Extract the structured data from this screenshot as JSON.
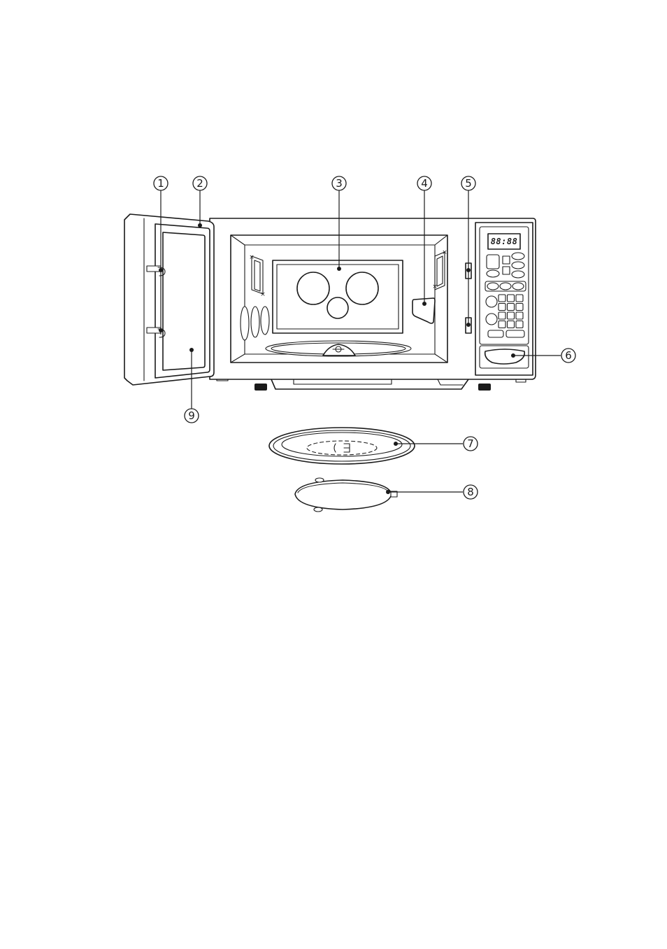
{
  "figure": {
    "display_readout": "88:88",
    "callouts": [
      {
        "id": "callout-1",
        "label": "1"
      },
      {
        "id": "callout-2",
        "label": "2"
      },
      {
        "id": "callout-3",
        "label": "3"
      },
      {
        "id": "callout-4",
        "label": "4"
      },
      {
        "id": "callout-5",
        "label": "5"
      },
      {
        "id": "callout-6",
        "label": "6"
      },
      {
        "id": "callout-7",
        "label": "7"
      },
      {
        "id": "callout-8",
        "label": "8"
      },
      {
        "id": "callout-9",
        "label": "9"
      }
    ]
  }
}
